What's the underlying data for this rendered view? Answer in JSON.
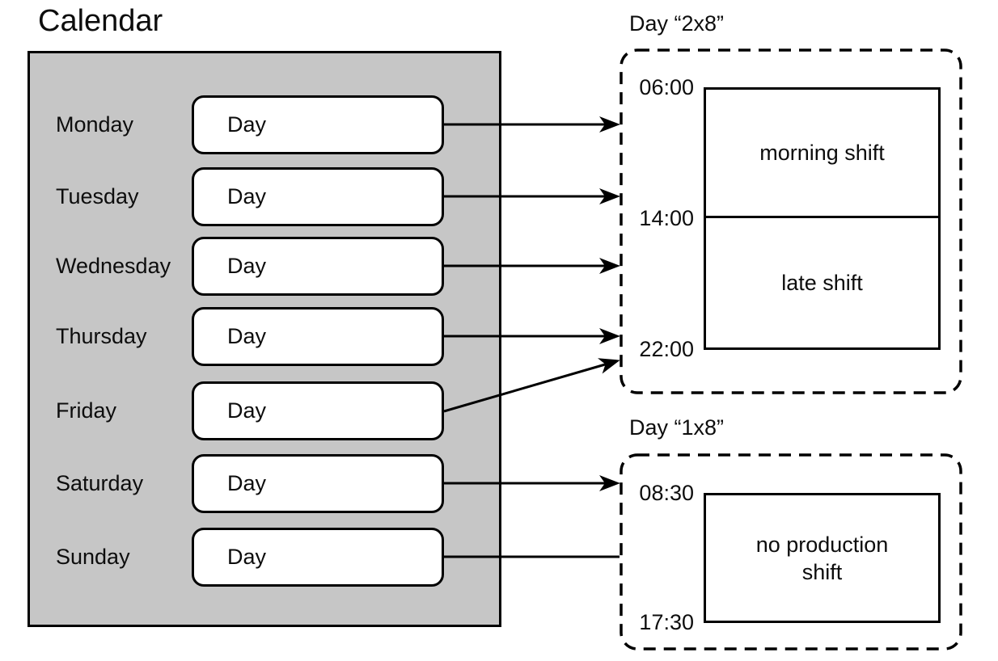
{
  "title": "Calendar",
  "calendar": {
    "days": [
      {
        "label": "Monday",
        "box": "Day"
      },
      {
        "label": "Tuesday",
        "box": "Day"
      },
      {
        "label": "Wednesday",
        "box": "Day"
      },
      {
        "label": "Thursday",
        "box": "Day"
      },
      {
        "label": "Friday",
        "box": "Day"
      },
      {
        "label": "Saturday",
        "box": "Day"
      },
      {
        "label": "Sunday",
        "box": "Day"
      }
    ]
  },
  "panels": {
    "p2x8": {
      "title": "Day “2x8”",
      "time_start": "06:00",
      "time_mid": "14:00",
      "time_end": "22:00",
      "shift_top": "morning shift",
      "shift_bottom": "late shift"
    },
    "p1x8": {
      "title": "Day “1x8”",
      "time_start": "08:30",
      "time_end": "17:30",
      "shift": "no production shift"
    }
  },
  "connections": [
    {
      "from": "Monday",
      "to": "Day “2x8”",
      "arrowhead": true
    },
    {
      "from": "Tuesday",
      "to": "Day “2x8”",
      "arrowhead": true
    },
    {
      "from": "Wednesday",
      "to": "Day “2x8”",
      "arrowhead": true
    },
    {
      "from": "Thursday",
      "to": "Day “2x8”",
      "arrowhead": true
    },
    {
      "from": "Friday",
      "to": "Day “2x8”",
      "arrowhead": true
    },
    {
      "from": "Saturday",
      "to": "Day “1x8”",
      "arrowhead": true
    },
    {
      "from": "Sunday",
      "to": "Day “1x8”",
      "arrowhead": false
    }
  ],
  "colors": {
    "stroke": "#000000",
    "calendar_fill": "#c6c6c6",
    "background": "#ffffff"
  }
}
